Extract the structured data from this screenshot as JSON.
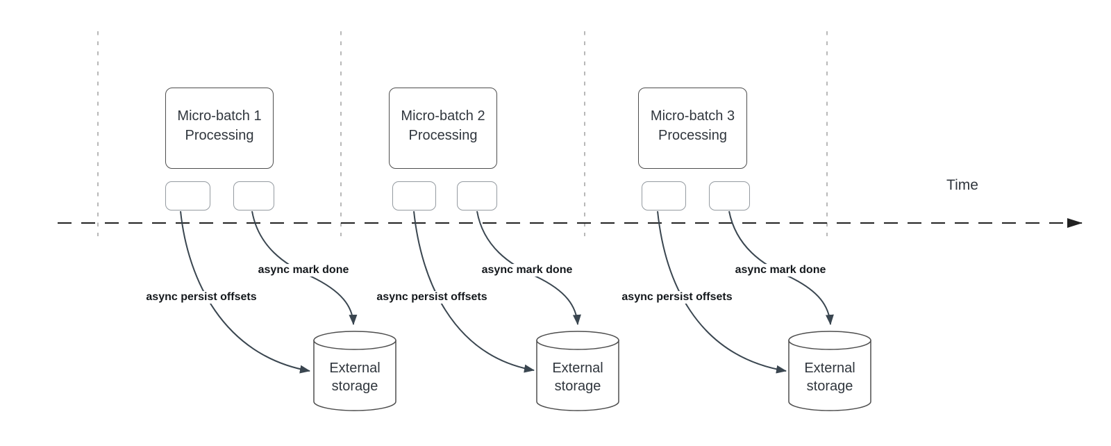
{
  "diagram": {
    "time_axis_label": "Time",
    "batches": [
      {
        "title": "Micro-batch 1 Processing",
        "persist_label": "async persist offsets",
        "done_label": "async mark done",
        "storage_label": "External storage"
      },
      {
        "title": "Micro-batch 2 Processing",
        "persist_label": "async persist offsets",
        "done_label": "async mark done",
        "storage_label": "External storage"
      },
      {
        "title": "Micro-batch 3 Processing",
        "persist_label": "async persist offsets",
        "done_label": "async mark done",
        "storage_label": "External storage"
      }
    ],
    "colors": {
      "background": "#ffffff",
      "shape_stroke": "#4d4d4d",
      "small_box_stroke": "#949aa0",
      "edge_stroke": "#3a4650",
      "gridline": "#b8b8b8",
      "timeline": "#212121",
      "text": "#30363d",
      "label_text": "#14181c"
    }
  }
}
